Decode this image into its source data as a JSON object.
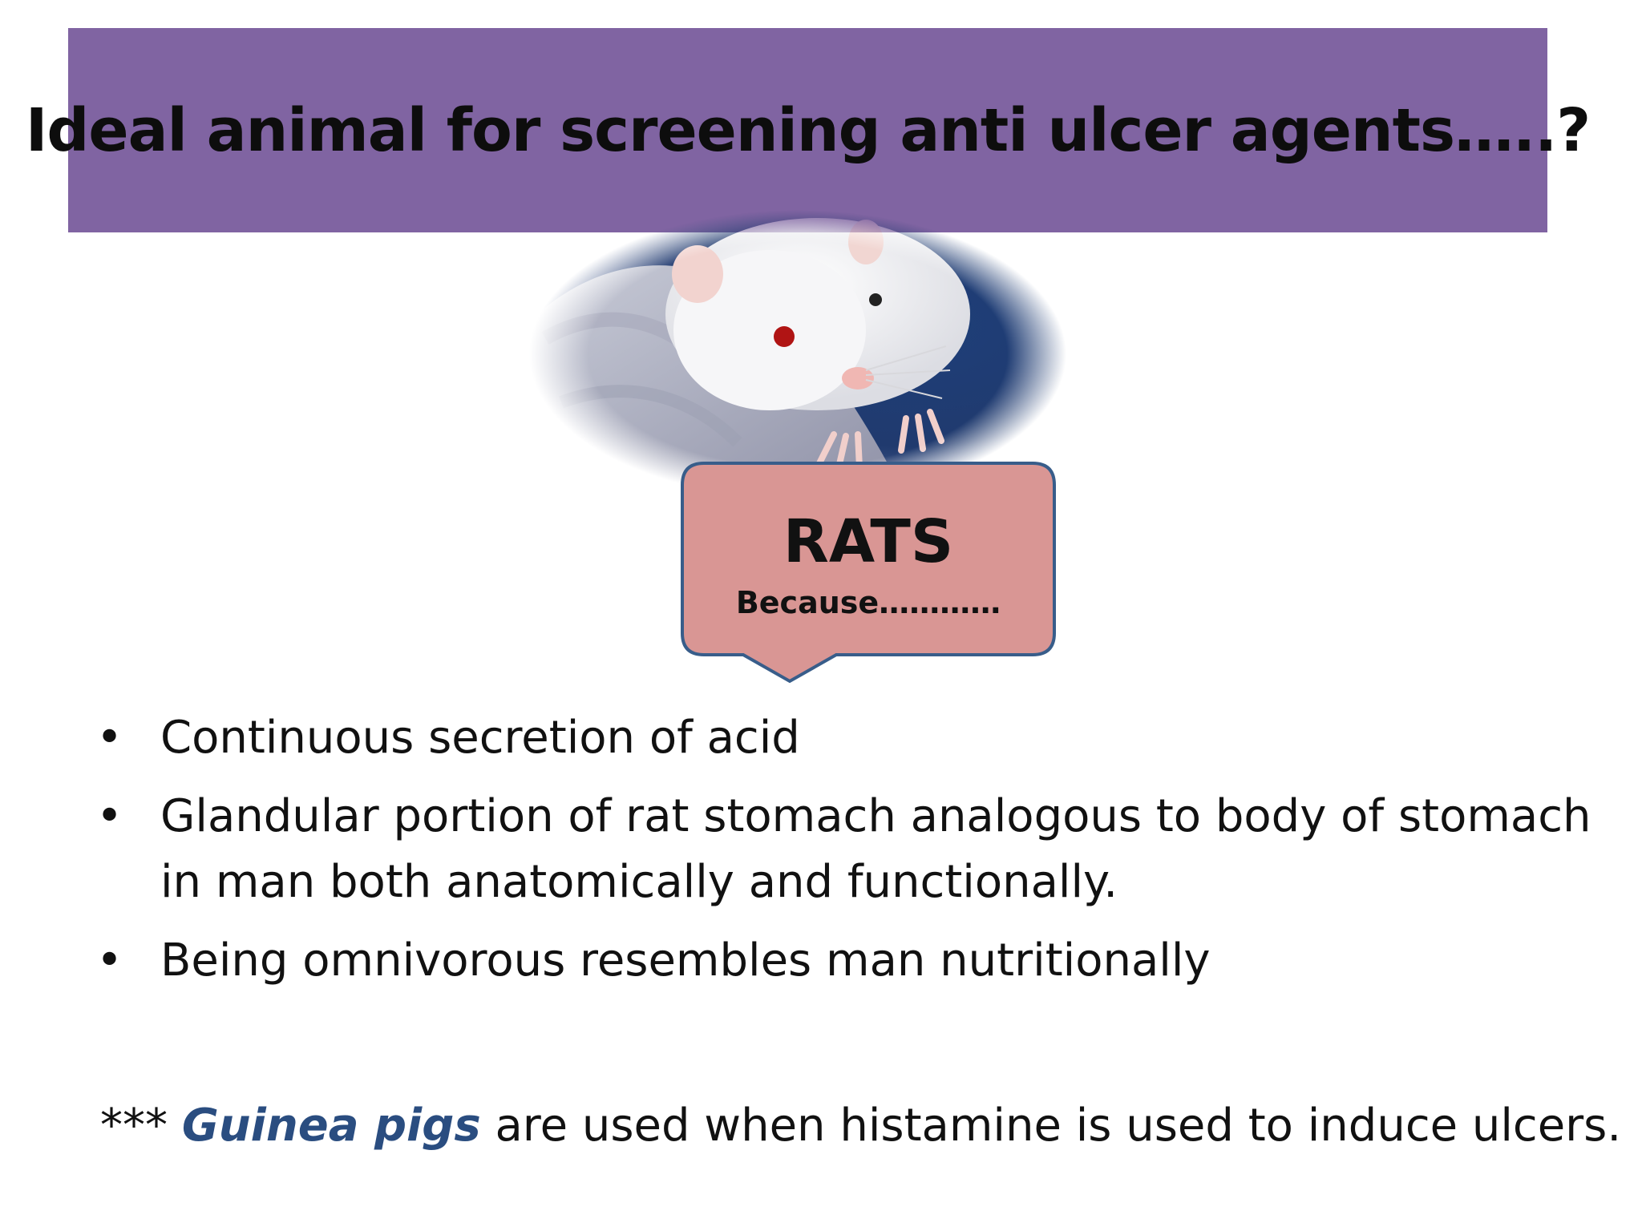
{
  "slide": {
    "title": "Ideal animal for screening anti ulcer agents…..?",
    "photo_subject": "white-lab-rat-photo",
    "callout": {
      "heading": "RATS",
      "subheading": "Because…………",
      "fill_color": "#d99694",
      "border_color": "#385d8a"
    },
    "bullets": [
      "Continuous secretion of acid",
      "Glandular portion of rat stomach analogous to body of stomach in man both anatomically and functionally.",
      "Being omnivorous resembles man nutritionally"
    ],
    "bullet_symbol": "•",
    "footnote": {
      "prefix": "*** ",
      "emphasis": "Guinea pigs",
      "suffix": " are used when histamine is used to induce ulcers."
    },
    "colors": {
      "title_banner": "#8064a2",
      "emphasis_text": "#2a4d80"
    }
  }
}
